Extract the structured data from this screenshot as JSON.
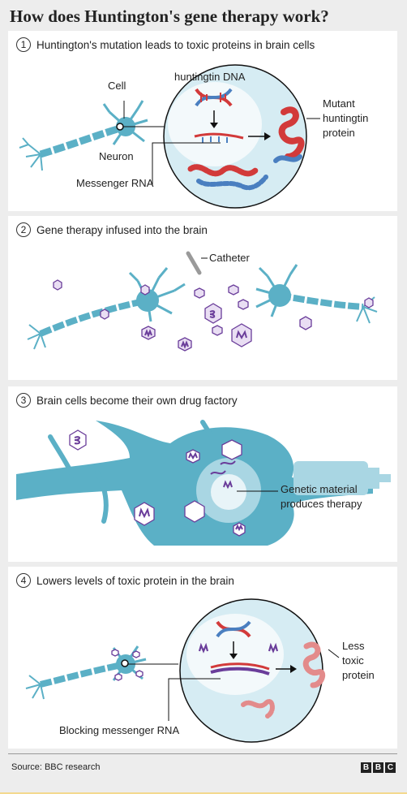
{
  "title": "How does Huntington's gene therapy work?",
  "panels": [
    {
      "number": "1",
      "heading": "Huntington's mutation leads to toxic proteins in brain cells",
      "labels": {
        "cell": "Cell",
        "huntingtin_dna": "huntingtin DNA",
        "neuron": "Neuron",
        "mutant_1": "Mutant",
        "mutant_2": "huntingtin",
        "mutant_3": "protein",
        "messenger_rna": "Messenger RNA"
      }
    },
    {
      "number": "2",
      "heading": "Gene therapy infused into the brain",
      "labels": {
        "catheter": "Catheter"
      }
    },
    {
      "number": "3",
      "heading": "Brain cells become their own drug factory",
      "labels": {
        "genetic_1": "Genetic material",
        "genetic_2": "produces therapy"
      }
    },
    {
      "number": "4",
      "heading": "Lowers levels of toxic protein in the brain",
      "labels": {
        "less_1": "Less",
        "less_2": "toxic",
        "less_3": "protein",
        "blocking": "Blocking messenger RNA"
      }
    }
  ],
  "footer": {
    "source": "Source: BBC research",
    "logo": [
      "B",
      "B",
      "C"
    ]
  },
  "colors": {
    "neuron": "#5bb0c6",
    "cell_body": "#d6ecf3",
    "nucleus": "#eef6f9",
    "dna_red": "#d23a3a",
    "dna_blue": "#4a7fc0",
    "therapy_purple": "#6a3d9a",
    "hexagon": "#e9def3",
    "background": "#ededed"
  }
}
